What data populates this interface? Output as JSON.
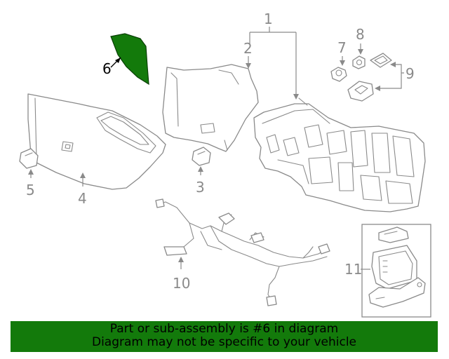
{
  "diagram": {
    "callouts": {
      "c1": "1",
      "c2": "2",
      "c3": "3",
      "c4": "4",
      "c5": "5",
      "c6": "6",
      "c7": "7",
      "c8": "8",
      "c9": "9",
      "c10": "10",
      "c11": "11"
    },
    "highlighted_part": "6",
    "colors": {
      "highlight_fill": "#137a0b",
      "line_gray": "#8a8a8a",
      "footer_background": "#137a0b"
    }
  },
  "footer": {
    "line1": "Part or sub-assembly is #6 in diagram",
    "line2": "Diagram may not be specific to your vehicle"
  }
}
